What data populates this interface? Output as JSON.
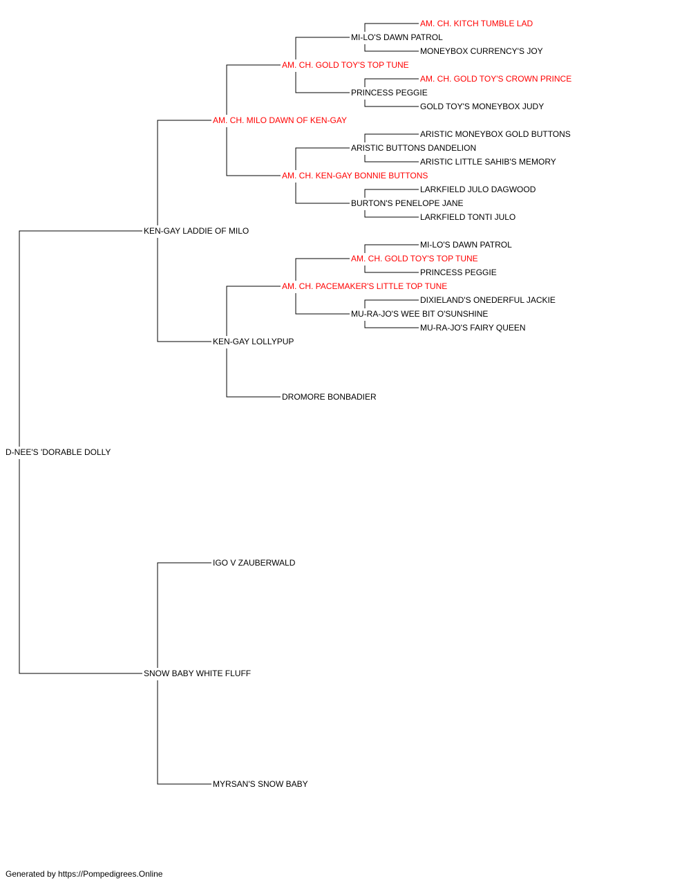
{
  "pedigree": {
    "name": "D-NEE'S 'DORABLE DOLLY",
    "champion": false,
    "sire": {
      "name": "KEN-GAY LADDIE OF MILO",
      "champion": false,
      "sire": {
        "name": "AM. CH. MILO DAWN OF KEN-GAY",
        "champion": true,
        "sire": {
          "name": "AM. CH. GOLD TOY'S TOP TUNE",
          "champion": true,
          "sire": {
            "name": "MI-LO'S DAWN PATROL",
            "champion": false,
            "sire": {
              "name": "AM. CH. KITCH TUMBLE LAD",
              "champion": true
            },
            "dam": {
              "name": "MONEYBOX CURRENCY'S JOY",
              "champion": false
            }
          },
          "dam": {
            "name": "PRINCESS PEGGIE",
            "champion": false,
            "sire": {
              "name": "AM. CH. GOLD TOY'S CROWN PRINCE",
              "champion": true
            },
            "dam": {
              "name": "GOLD TOY'S MONEYBOX JUDY",
              "champion": false
            }
          }
        },
        "dam": {
          "name": "AM. CH. KEN-GAY BONNIE BUTTONS",
          "champion": true,
          "sire": {
            "name": "ARISTIC BUTTONS DANDELION",
            "champion": false,
            "sire": {
              "name": "ARISTIC MONEYBOX GOLD BUTTONS",
              "champion": false
            },
            "dam": {
              "name": "ARISTIC LITTLE SAHIB'S MEMORY",
              "champion": false
            }
          },
          "dam": {
            "name": "BURTON'S PENELOPE JANE",
            "champion": false,
            "sire": {
              "name": "LARKFIELD JULO DAGWOOD",
              "champion": false
            },
            "dam": {
              "name": "LARKFIELD TONTI JULO",
              "champion": false
            }
          }
        }
      },
      "dam": {
        "name": "KEN-GAY LOLLYPUP",
        "champion": false,
        "sire": {
          "name": "AM. CH. PACEMAKER'S LITTLE TOP TUNE",
          "champion": true,
          "sire": {
            "name": "AM. CH. GOLD TOY'S TOP TUNE",
            "champion": true,
            "sire": {
              "name": "MI-LO'S DAWN PATROL",
              "champion": false
            },
            "dam": {
              "name": "PRINCESS PEGGIE",
              "champion": false
            }
          },
          "dam": {
            "name": "MU-RA-JO'S WEE BIT O'SUNSHINE",
            "champion": false,
            "sire": {
              "name": "DIXIELAND'S ONEDERFUL JACKIE",
              "champion": false
            },
            "dam": {
              "name": "MU-RA-JO'S FAIRY QUEEN",
              "champion": false
            }
          }
        },
        "dam": {
          "name": "DROMORE BONBADIER",
          "champion": false
        }
      }
    },
    "dam": {
      "name": "SNOW BABY WHITE FLUFF",
      "champion": false,
      "sire": {
        "name": "IGO V ZAUBERWALD",
        "champion": false
      },
      "dam": {
        "name": "MYRSAN'S SNOW BABY",
        "champion": false
      }
    }
  },
  "colors": {
    "champion": "#ff0000",
    "regular": "#000000",
    "line": "#000000"
  },
  "footer": "Generated by https://Pompedigrees.Online"
}
